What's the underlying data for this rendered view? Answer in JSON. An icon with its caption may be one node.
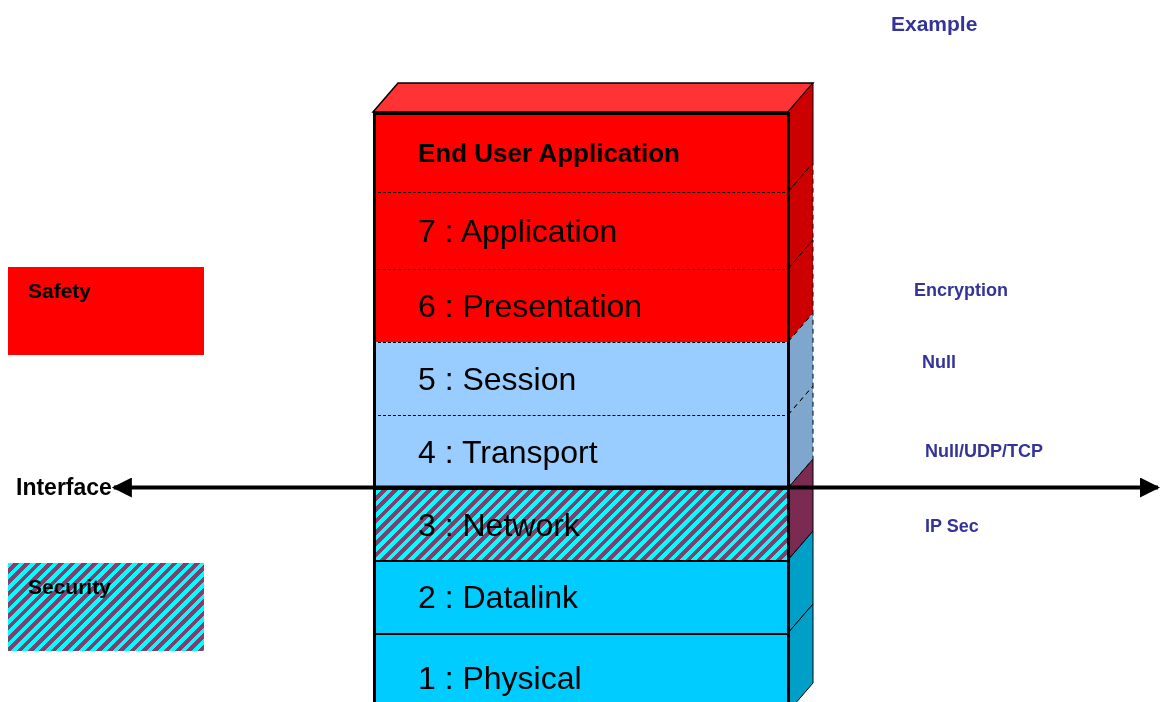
{
  "diagram": {
    "nodes": [
      {
        "text": [
          "End User Application"
        ]
      },
      {
        "text": [
          "7 : Application"
        ]
      },
      {
        "text": [
          "6 : Presentation"
        ]
      },
      {
        "text": [
          "5 : Session"
        ]
      },
      {
        "text": [
          "4 : Transport"
        ]
      },
      {
        "text": [
          "3 : Network"
        ]
      },
      {
        "text": [
          "2 : Datalink"
        ]
      },
      {
        "text": [
          "1 : Physical"
        ]
      },
      {
        "text": [
          "Interface"
        ]
      }
    ],
    "edges": [
      {
        "from": null,
        "to": 8,
        "arrow": "both"
      }
    ],
    "labels": [
      "Example",
      "Encryption",
      "Null",
      "Null/UDP/TCP",
      "IP Sec"
    ],
    "legend": [
      {
        "text": "Safety",
        "color": "#ff0000"
      },
      {
        "text": "Security"
      }
    ]
  }
}
